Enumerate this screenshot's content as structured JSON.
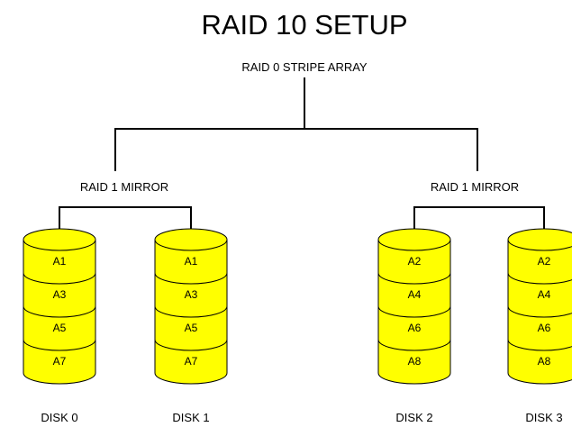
{
  "title": "RAID 10 SETUP",
  "stripe_label": "RAID 0 STRIPE ARRAY",
  "mirrors": [
    {
      "label": "RAID 1 MIRROR",
      "disks": [
        {
          "label": "DISK 0",
          "blocks": [
            "A1",
            "A3",
            "A5",
            "A7"
          ]
        },
        {
          "label": "DISK 1",
          "blocks": [
            "A1",
            "A3",
            "A5",
            "A7"
          ]
        }
      ]
    },
    {
      "label": "RAID 1 MIRROR",
      "disks": [
        {
          "label": "DISK 2",
          "blocks": [
            "A2",
            "A4",
            "A6",
            "A8"
          ]
        },
        {
          "label": "DISK 3",
          "blocks": [
            "A2",
            "A4",
            "A6",
            "A8"
          ]
        }
      ]
    }
  ],
  "colors": {
    "disk_fill": "#ffff00",
    "line": "#000000",
    "text": "#000000"
  }
}
